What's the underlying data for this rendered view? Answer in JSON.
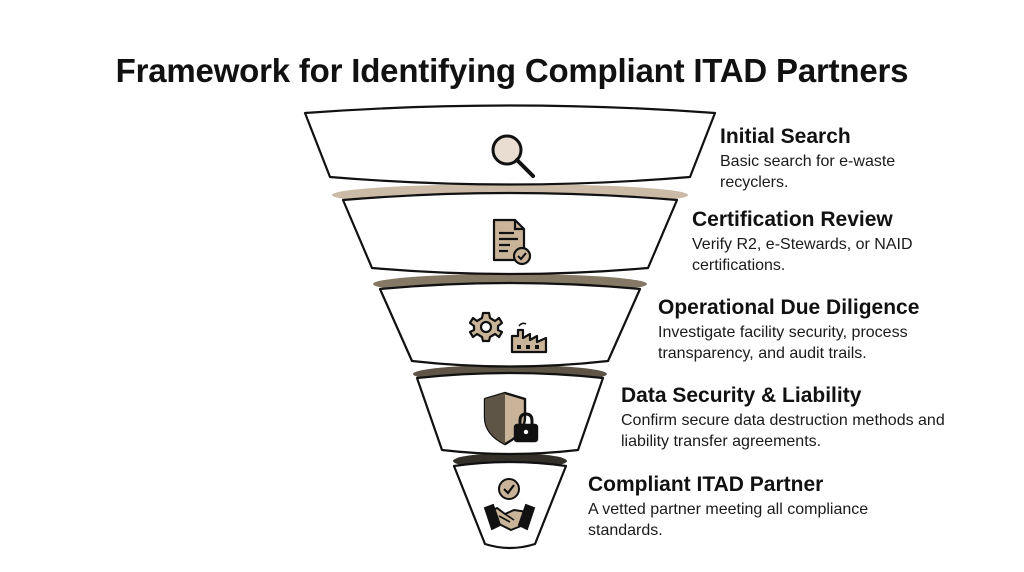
{
  "title": "Framework for Identifying Compliant ITAD Partners",
  "colors": {
    "outline": "#111111",
    "fill": "#ffffff",
    "ring_light": "#cbbba6",
    "ring_mid": "#b8a88f",
    "ring_dark": "#857966",
    "ring_darker": "#5e5547",
    "ring_darkest": "#332f29",
    "icon_fill": "#c9b49a"
  },
  "stages": [
    {
      "title": "Initial Search",
      "description": "Basic search for e-waste recyclers.",
      "icon": "magnifier-icon"
    },
    {
      "title": "Certification Review",
      "description": "Verify R2, e-Stewards, or NAID certifications.",
      "icon": "certificate-document-icon"
    },
    {
      "title": "Operational Due Diligence",
      "description": "Investigate facility security, process transparency, and audit trails.",
      "icon": "gear-factory-icon"
    },
    {
      "title": "Data Security & Liability",
      "description": "Confirm secure data destruction methods and liability transfer agreements.",
      "icon": "shield-lock-icon"
    },
    {
      "title": "Compliant ITAD Partner",
      "description": "A vetted partner meeting all compliance standards.",
      "icon": "handshake-badge-icon"
    }
  ]
}
